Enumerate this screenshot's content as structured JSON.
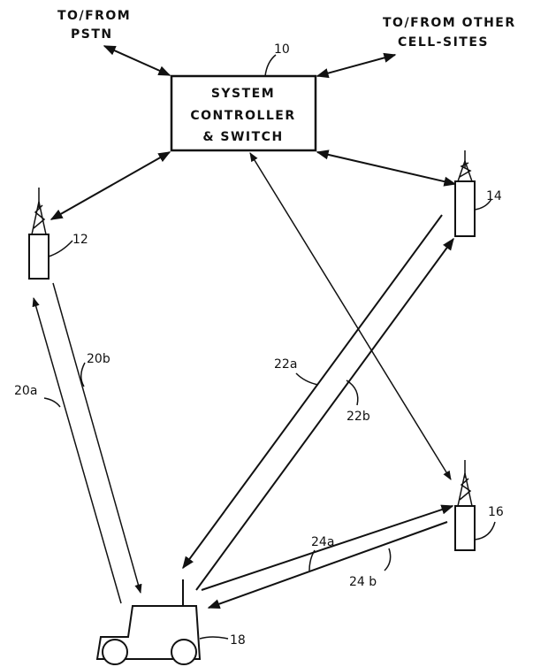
{
  "title_labels": {
    "pstn": [
      "TO/FROM",
      "PSTN"
    ],
    "other_cells": [
      "TO/FROM OTHER",
      "CELL-SITES"
    ]
  },
  "controller": {
    "lines": [
      "SYSTEM",
      "CONTROLLER",
      "& SWITCH"
    ],
    "ref": "10"
  },
  "cell_sites": [
    {
      "ref": "12"
    },
    {
      "ref": "14"
    },
    {
      "ref": "16"
    }
  ],
  "mobile": {
    "ref": "18"
  },
  "links": {
    "l20a": "20a",
    "l20b": "20b",
    "l22a": "22a",
    "l22b": "22b",
    "l24a": "24a",
    "l24b": "24 b"
  }
}
